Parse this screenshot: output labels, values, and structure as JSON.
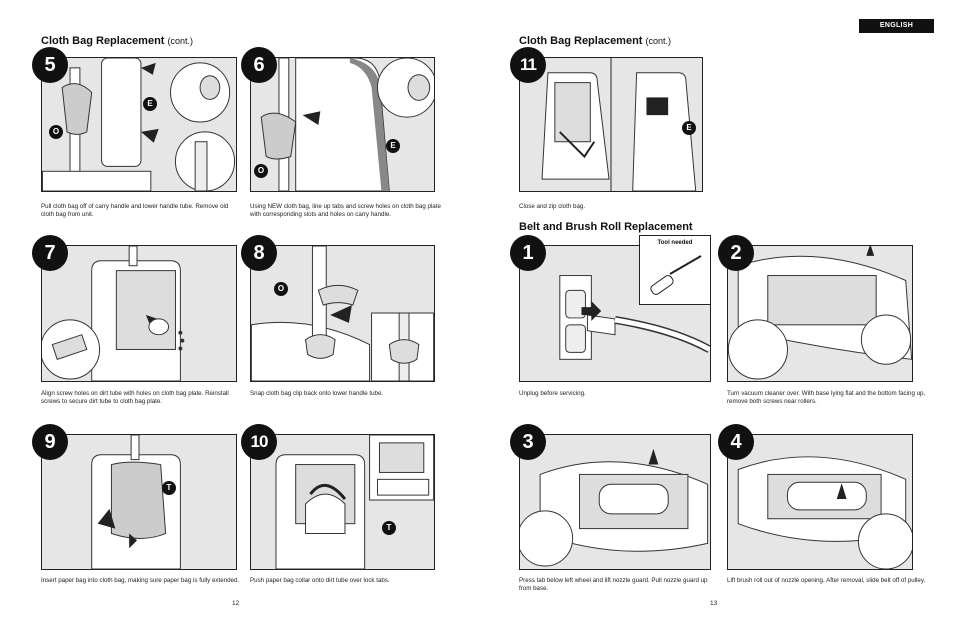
{
  "language_badge": "ENGLISH",
  "left_page": {
    "section": {
      "title": "Cloth Bag Replacement",
      "subtitle": "(cont.)"
    },
    "steps": [
      {
        "number": "5",
        "caption": "Pull cloth bag off of carry handle and lower handle tube. Remove old cloth bag from unit.",
        "callouts": [
          "E",
          "O"
        ]
      },
      {
        "number": "6",
        "caption": "Using NEW cloth bag, line up tabs and screw holes on cloth bag plate with corresponding slots and holes on carry handle.",
        "callouts": [
          "E",
          "O"
        ]
      },
      {
        "number": "7",
        "caption": "Align screw holes on dirt tube with holes on cloth bag plate. Reinstall screws to secure dirt tube to cloth bag plate.",
        "callouts": []
      },
      {
        "number": "8",
        "caption": "Snap cloth bag clip back onto lower handle tube.",
        "callouts": [
          "O"
        ]
      },
      {
        "number": "9",
        "caption": "Insert paper bag into cloth bag, making sure paper bag is fully extended.",
        "callouts": [
          "T"
        ]
      },
      {
        "number": "10",
        "caption": "Push paper bag collar onto dirt tube over lock tabs.",
        "callouts": [
          "T"
        ]
      }
    ],
    "page_number": "12"
  },
  "right_page": {
    "section1": {
      "title": "Cloth Bag Replacement",
      "subtitle": "(cont.)"
    },
    "step11": {
      "number": "11",
      "caption": "Close and zip cloth bag.",
      "callouts": [
        "E"
      ]
    },
    "section2": {
      "title": "Belt and Brush Roll Replacement"
    },
    "tool_needed": "Tool needed",
    "steps": [
      {
        "number": "1",
        "caption": "Unplug before servicing."
      },
      {
        "number": "2",
        "caption": "Turn vacuum cleaner over. With base lying flat and the bottom facing up, remove both screws near rollers."
      },
      {
        "number": "3",
        "caption": "Press tab below left wheel and lift nozzle guard. Pull nozzle guard up from base."
      },
      {
        "number": "4",
        "caption": "Lift brush roll out of nozzle opening. After removal, slide belt off of pulley."
      }
    ],
    "page_number": "13"
  }
}
